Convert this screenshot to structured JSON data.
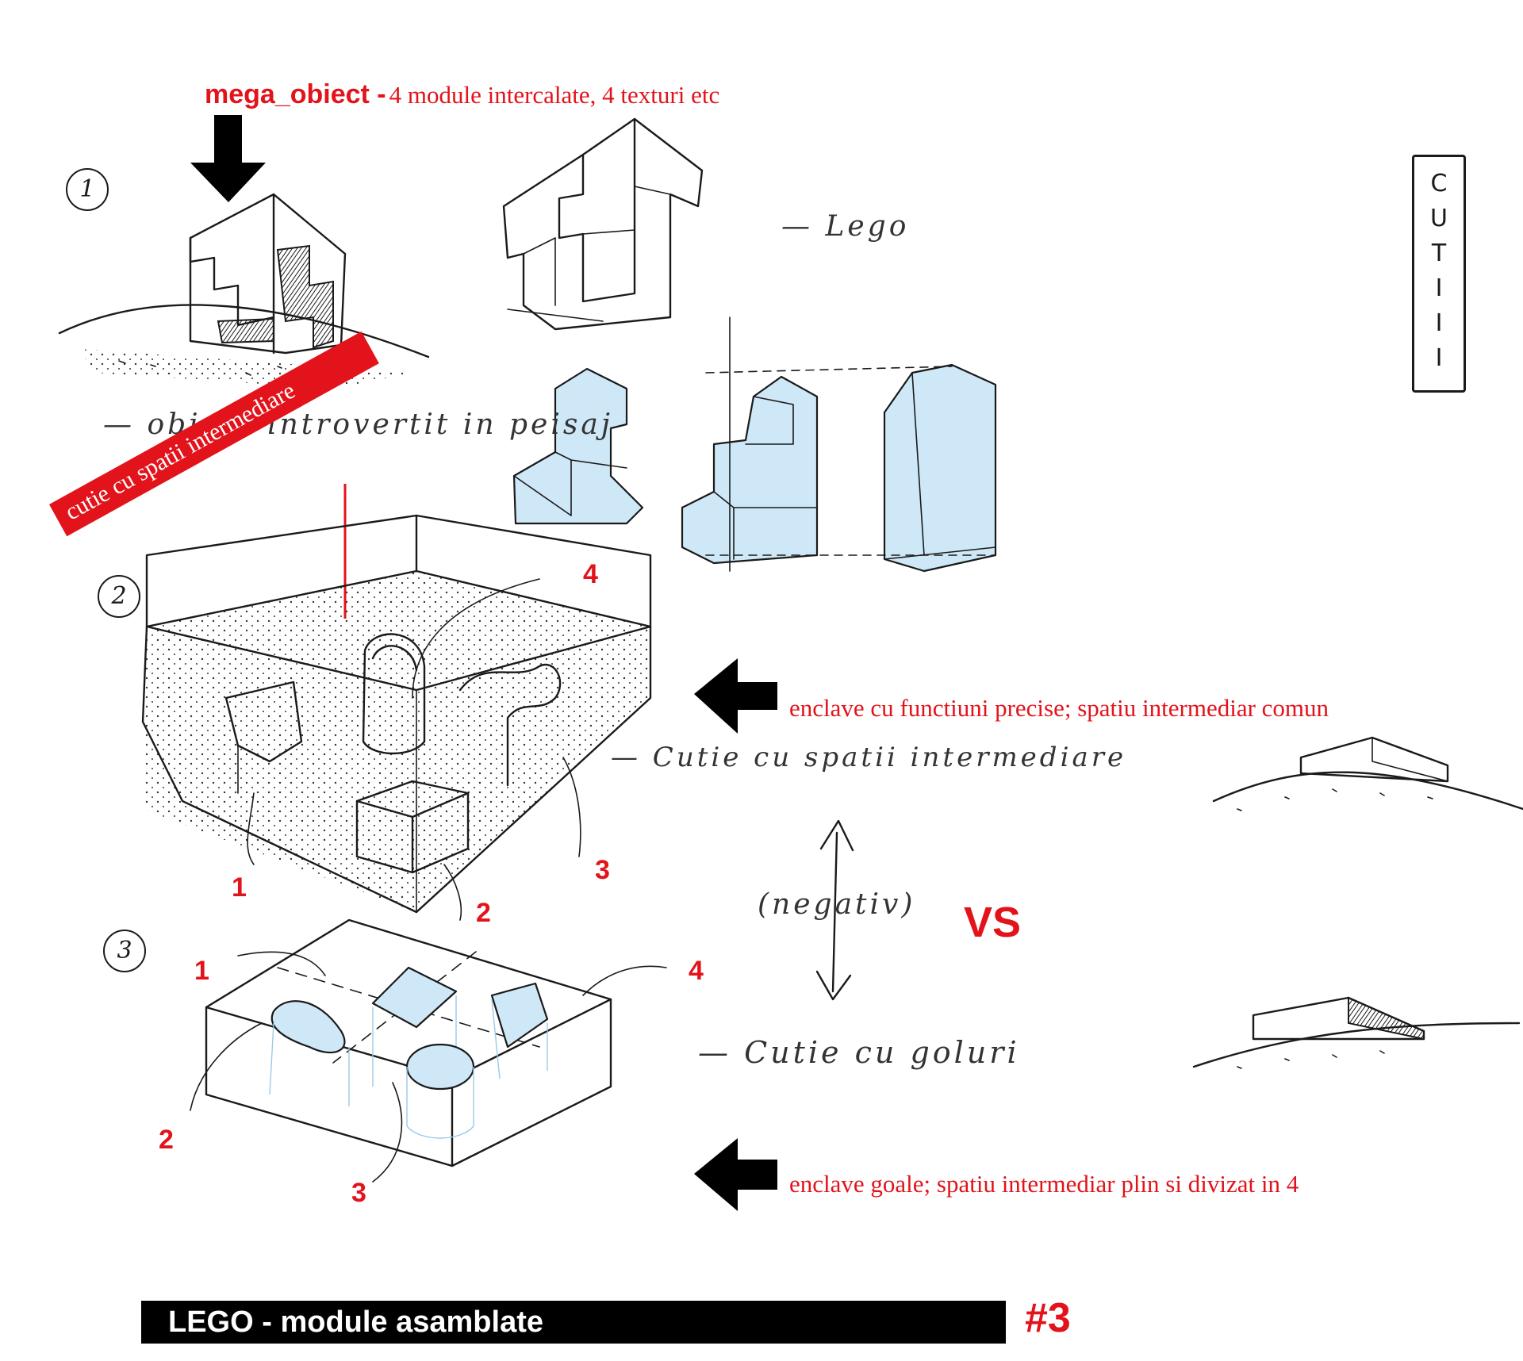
{
  "header": {
    "title_bold": "mega_obiect -",
    "title_rest": "4 module intercalate, 4 texturi etc"
  },
  "steps": [
    "1",
    "2",
    "3"
  ],
  "vertical_box_letters": [
    "C",
    "U",
    "T",
    "I",
    "I",
    "I"
  ],
  "handwritten": {
    "lego": "— Lego",
    "object_note": "— obiect introvertit in peisaj",
    "box_intermediate": "— Cutie cu spatii intermediare",
    "negative": "(negativ)",
    "box_voids": "— Cutie cu goluri"
  },
  "tag": {
    "label": "cutie cu spatii intermediare"
  },
  "annotations": {
    "enclaves_precise": "enclave cu functiuni precise; spatiu intermediar comun",
    "enclaves_empty": "enclave goale; spatiu intermediar plin si divizat in 4",
    "versus": "VS"
  },
  "module_numbers": {
    "box2": [
      "1",
      "2",
      "3",
      "4"
    ],
    "box3": [
      "1",
      "2",
      "3",
      "4"
    ]
  },
  "footer": {
    "banner": "LEGO - module asamblate",
    "number": "#3"
  },
  "colors": {
    "accent_red": "#e3131b",
    "fill_blue": "#cfe8f7",
    "ink": "#1a1a1a",
    "banner_bg": "#000000"
  }
}
